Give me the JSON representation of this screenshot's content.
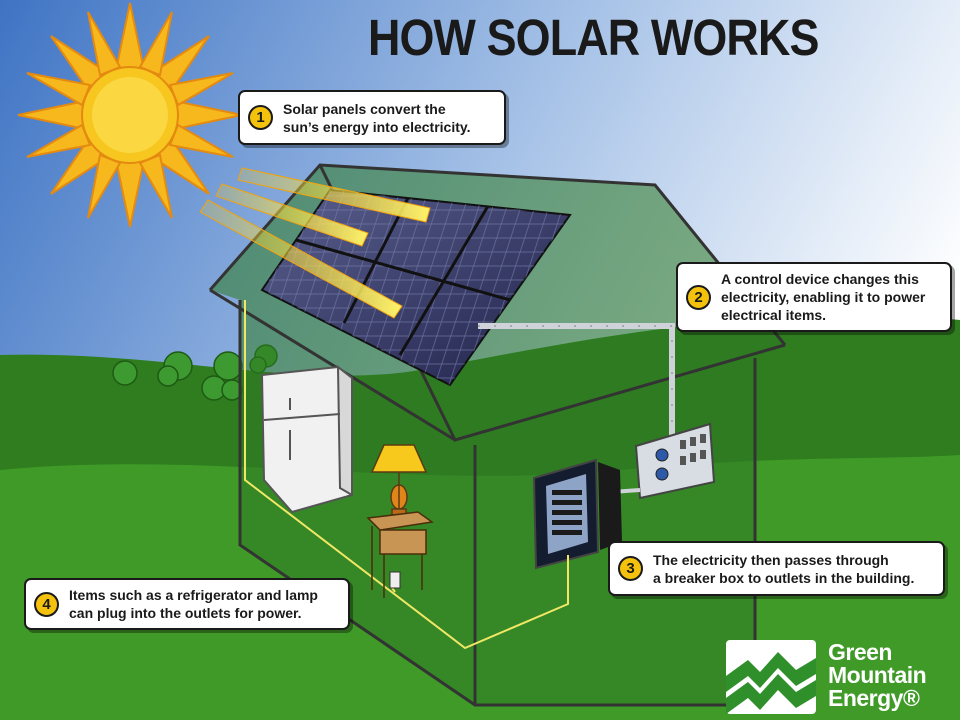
{
  "title": "HOW SOLAR WORKS",
  "steps": [
    {
      "number": "1",
      "text": "Solar panels convert the\nsun’s energy into electricity."
    },
    {
      "number": "2",
      "text": "A control device changes this\nelectricity, enabling it to power\nelectrical items."
    },
    {
      "number": "3",
      "text": "The electricity then passes through\na breaker box to outlets in the building."
    },
    {
      "number": "4",
      "text": "Items such as a refrigerator and lamp\ncan plug into the outlets for power."
    }
  ],
  "logo": {
    "line1": "Green",
    "line2": "Mountain",
    "line3": "Energy®"
  },
  "colors": {
    "sky_top": "#3f74c4",
    "sky_bottom": "#ffffff",
    "hill": "#2f7d1f",
    "ground": "#3f9a28",
    "house_fill": "#2e7a22",
    "sun": "#f6b81c",
    "badge": "#f4c20d",
    "logo_green": "#2f8f2a"
  }
}
